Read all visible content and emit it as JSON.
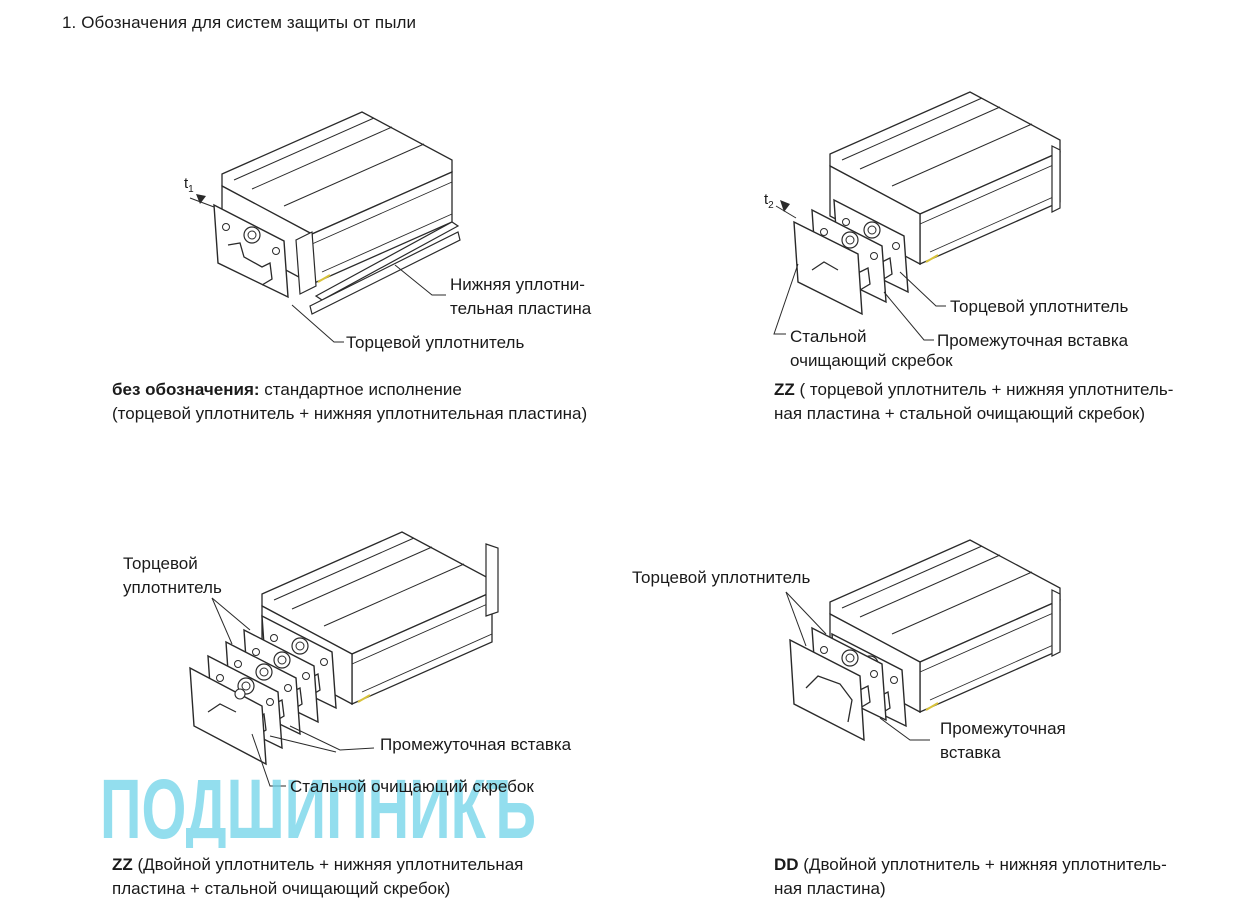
{
  "title": "1. Обозначения для систем защиты от пыли",
  "panels": {
    "p1": {
      "t_label": "t",
      "t_sub": "1",
      "labels": {
        "bottom_seal_1": "Нижняя уплотни-",
        "bottom_seal_2": "тельная пластина",
        "end_seal": "Торцевой уплотнитель"
      },
      "caption": {
        "code": "без обозначения:",
        "line1_rest": " стандартное исполнение",
        "line2": "(торцевой уплотнитель + нижняя уплотнительная пластина)"
      }
    },
    "p2": {
      "t_label": "t",
      "t_sub": "2",
      "labels": {
        "end_seal": "Торцевой уплотнитель",
        "spacer": "Промежуточная вставка",
        "scraper_1": "Стальной",
        "scraper_2": "очищающий скребок"
      },
      "caption": {
        "code": "ZZ",
        "line1_rest": " ( торцевой уплотнитель + нижняя уплотнитель-",
        "line2": "ная пластина + стальной очищающий скребок)"
      }
    },
    "p3": {
      "labels": {
        "end_seal_1": "Торцевой",
        "end_seal_2": "уплотнитель",
        "spacer": "Промежуточная вставка",
        "scraper": "Стальной очищающий скребок"
      },
      "caption": {
        "code": "ZZ",
        "line1_rest": " (Двойной уплотнитель + нижняя уплотнительная",
        "line2": "пластина + стальной очищающий скребок)"
      }
    },
    "p4": {
      "labels": {
        "end_seal": "Торцевой уплотнитель",
        "spacer_1": "Промежуточная",
        "spacer_2": "вставка"
      },
      "caption": {
        "code": "DD",
        "line1_rest": " (Двойной уплотнитель + нижняя уплотнитель-",
        "line2": "ная пластина)"
      }
    }
  },
  "watermark": {
    "text": "ПОДШИПНИКЪ",
    "color": "#6fd3e8"
  },
  "colors": {
    "line": "#2a2a2a",
    "accent": "#d8c23a"
  }
}
